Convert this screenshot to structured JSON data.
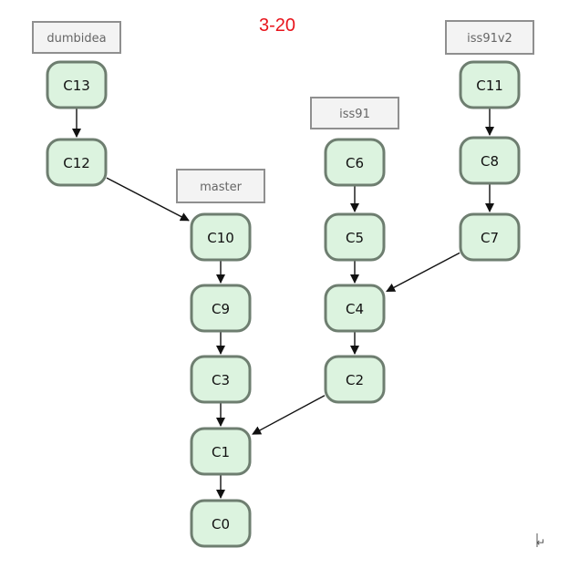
{
  "figure": {
    "title": "3-20",
    "title_color": "#e8141c",
    "return_mark": "↵"
  },
  "colors": {
    "commit_fill": "#dcf3df",
    "commit_stroke": "#6e7e70",
    "branch_fill": "#f3f3f3",
    "branch_stroke": "#8f8f8f",
    "edge": "#111111"
  },
  "branches": [
    {
      "id": "dumbidea",
      "label": "dumbidea",
      "points_to": "C13"
    },
    {
      "id": "master",
      "label": "master",
      "points_to": "C10"
    },
    {
      "id": "iss91",
      "label": "iss91",
      "points_to": "C6"
    },
    {
      "id": "iss91v2",
      "label": "iss91v2",
      "points_to": "C11"
    }
  ],
  "commits": [
    {
      "id": "C13",
      "label": "C13"
    },
    {
      "id": "C12",
      "label": "C12"
    },
    {
      "id": "C10",
      "label": "C10"
    },
    {
      "id": "C9",
      "label": "C9"
    },
    {
      "id": "C3",
      "label": "C3"
    },
    {
      "id": "C1",
      "label": "C1"
    },
    {
      "id": "C0",
      "label": "C0"
    },
    {
      "id": "C6",
      "label": "C6"
    },
    {
      "id": "C5",
      "label": "C5"
    },
    {
      "id": "C4",
      "label": "C4"
    },
    {
      "id": "C2",
      "label": "C2"
    },
    {
      "id": "C11",
      "label": "C11"
    },
    {
      "id": "C8",
      "label": "C8"
    },
    {
      "id": "C7",
      "label": "C7"
    }
  ],
  "edges": [
    {
      "from": "C13",
      "to": "C12"
    },
    {
      "from": "C12",
      "to": "C10"
    },
    {
      "from": "C10",
      "to": "C9"
    },
    {
      "from": "C9",
      "to": "C3"
    },
    {
      "from": "C3",
      "to": "C1"
    },
    {
      "from": "C1",
      "to": "C0"
    },
    {
      "from": "C6",
      "to": "C5"
    },
    {
      "from": "C5",
      "to": "C4"
    },
    {
      "from": "C4",
      "to": "C2"
    },
    {
      "from": "C2",
      "to": "C1"
    },
    {
      "from": "C11",
      "to": "C8"
    },
    {
      "from": "C8",
      "to": "C7"
    },
    {
      "from": "C7",
      "to": "C4"
    }
  ]
}
